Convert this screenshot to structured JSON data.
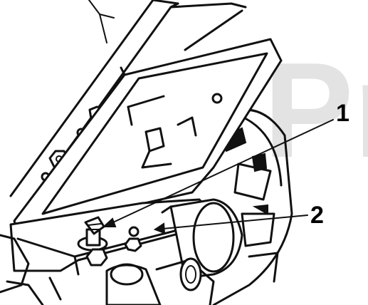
{
  "watermark": {
    "text": "Pr"
  },
  "callouts": [
    {
      "number": "1"
    },
    {
      "number": "2"
    }
  ]
}
